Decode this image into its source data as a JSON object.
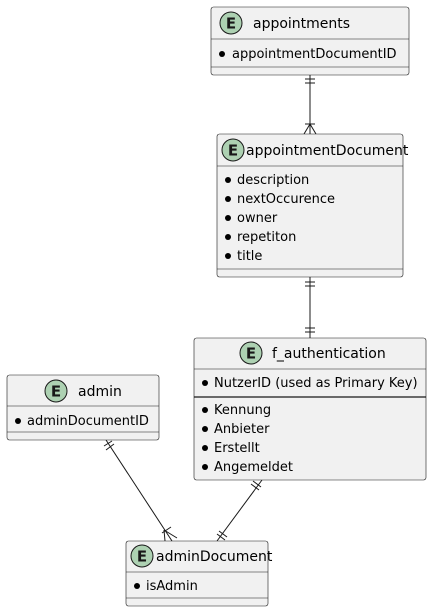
{
  "diagram": {
    "entities": {
      "appointments": {
        "badge": "E",
        "title": "appointments",
        "attrs": [
          "appointmentDocumentID"
        ]
      },
      "appointmentDocument": {
        "badge": "E",
        "title": "appointmentDocument",
        "attrs": [
          "description",
          "nextOccurence",
          "owner",
          "repetiton",
          "title"
        ]
      },
      "f_authentication": {
        "badge": "E",
        "title": "f_authentication",
        "key_attrs": [
          "NutzerID (used as Primary Key)"
        ],
        "attrs": [
          "Kennung",
          "Anbieter",
          "Erstellt",
          "Angemeldet"
        ]
      },
      "admin": {
        "badge": "E",
        "title": "admin",
        "attrs": [
          "adminDocumentID"
        ]
      },
      "adminDocument": {
        "badge": "E",
        "title": "adminDocument",
        "attrs": [
          "isAdmin"
        ]
      }
    },
    "relations": [
      {
        "from": "appointments",
        "to": "appointmentDocument",
        "from_card": "exactly-one",
        "to_card": "one-or-more"
      },
      {
        "from": "appointmentDocument",
        "to": "f_authentication",
        "from_card": "exactly-one",
        "to_card": "exactly-one"
      },
      {
        "from": "admin",
        "to": "adminDocument",
        "from_card": "exactly-one",
        "to_card": "one-or-more"
      },
      {
        "from": "f_authentication",
        "to": "adminDocument",
        "from_card": "exactly-one",
        "to_card": "exactly-one"
      }
    ]
  }
}
